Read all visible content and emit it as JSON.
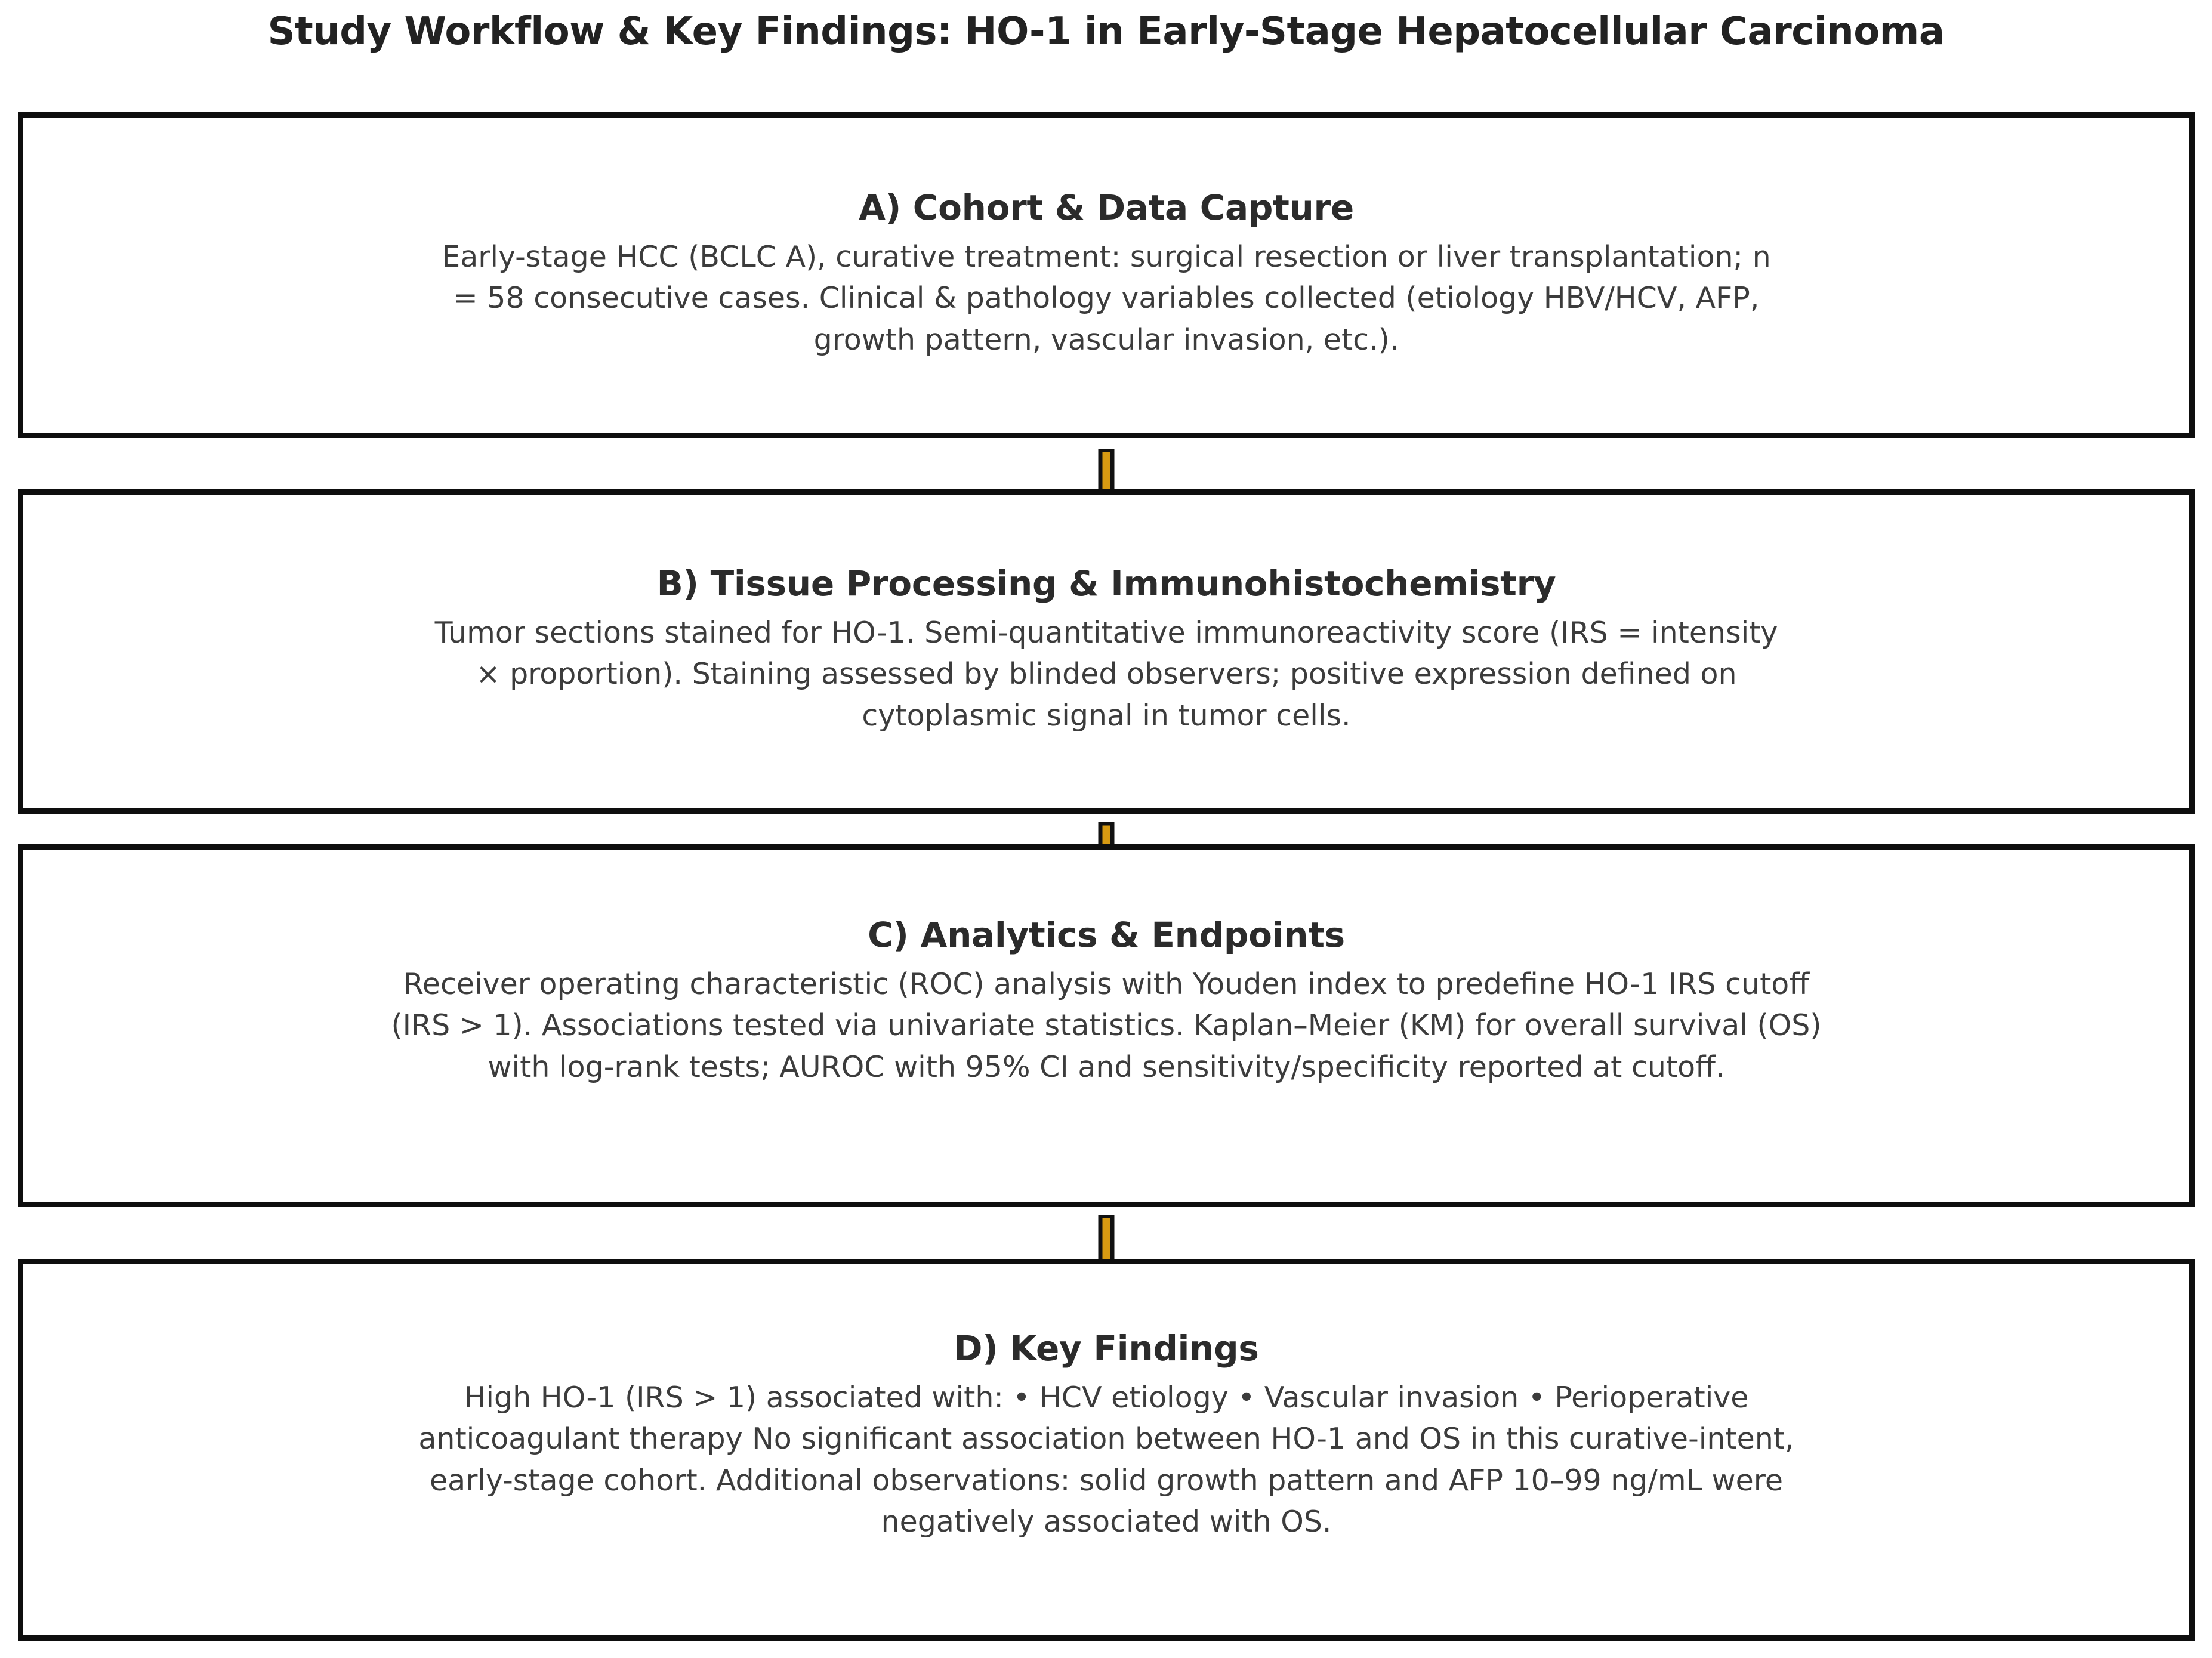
{
  "figure": {
    "title": "Study Workflow & Key Findings: HO-1 in Early-Stage Hepatocellular Carcinoma",
    "background_color": "#ffffff",
    "box_border_color": "#0e0e0e",
    "heading_color": "#2b2b2b",
    "body_text_color": "#3c3c3c",
    "arrow_fill_color": "#D79A12",
    "arrow_outline_color": "#111111"
  },
  "stages": [
    {
      "id": "a",
      "heading": "A) Cohort & Data Capture",
      "body": "Early-stage HCC (BCLC A), curative treatment: surgical resection or liver transplantation; n = 58 consecutive cases. Clinical & pathology variables collected (etiology HBV/HCV, AFP, growth pattern, vascular invasion, etc.)."
    },
    {
      "id": "b",
      "heading": "B) Tissue Processing & Immunohistochemistry",
      "body": "Tumor sections stained for HO-1. Semi-quantitative immunoreactivity score (IRS = intensity × proportion). Staining assessed by blinded observers; positive expression defined on cytoplasmic signal in tumor cells."
    },
    {
      "id": "c",
      "heading": "C) Analytics & Endpoints",
      "body": "Receiver operating characteristic (ROC) analysis with Youden index to predefine HO-1 IRS cutoff (IRS > 1). Associations tested via univariate statistics. Kaplan–Meier (KM) for overall survival (OS) with log-rank tests; AUROC with 95% CI and sensitivity/specificity reported at cutoff."
    },
    {
      "id": "d",
      "heading": "D) Key Findings",
      "body": "High HO-1 (IRS > 1) associated with: • HCV etiology • Vascular invasion • Perioperative anticoagulant therapy No significant association between HO-1 and OS in this curative-intent, early-stage cohort. Additional observations: solid growth pattern and AFP 10–99 ng/mL were negatively associated with OS."
    }
  ],
  "connectors": [
    {
      "id": "ab",
      "from": "A) Cohort & Data Capture",
      "to": "B) Tissue Processing & Immunohistochemistry",
      "direction": "down"
    },
    {
      "id": "bc",
      "from": "B) Tissue Processing & Immunohistochemistry",
      "to": "C) Analytics & Endpoints",
      "direction": "down"
    },
    {
      "id": "cd",
      "from": "C) Analytics & Endpoints",
      "to": "D) Key Findings",
      "direction": "down"
    }
  ]
}
